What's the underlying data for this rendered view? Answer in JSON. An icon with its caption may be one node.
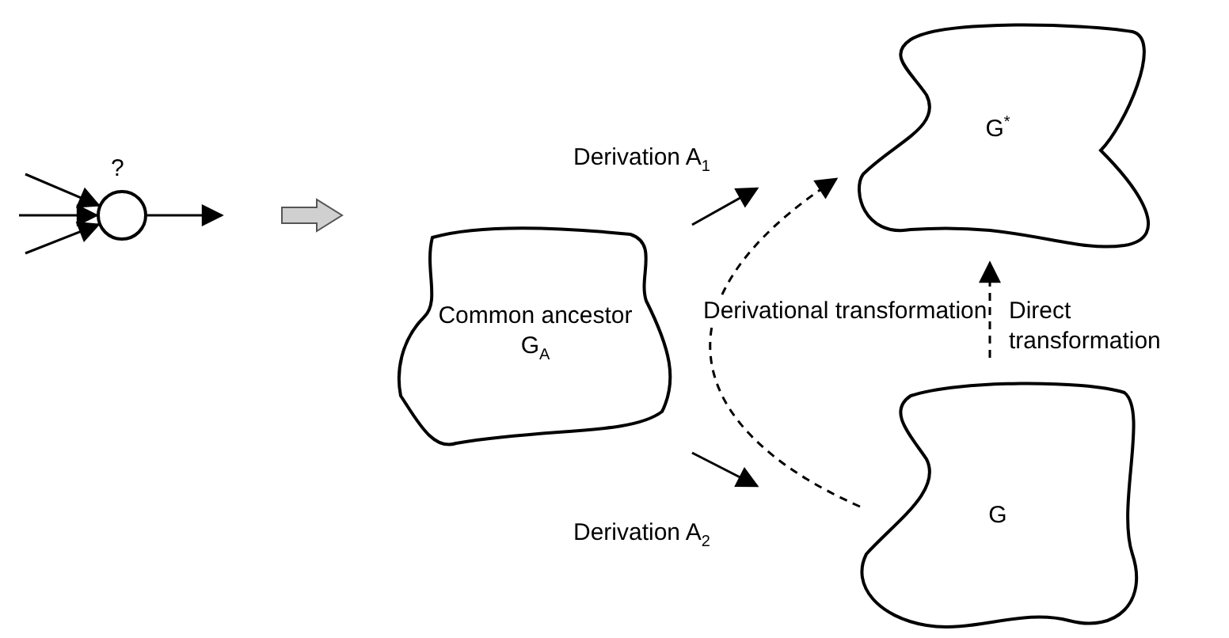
{
  "diagram": {
    "nodes": [
      {
        "text": [],
        "shape": "circle",
        "beside": [
          "?"
        ]
      },
      {
        "text": [
          "Common ancestor G$_{A}$"
        ]
      },
      {
        "text": [
          "G$^{*}$"
        ]
      },
      {
        "text": [
          "G"
        ]
      }
    ],
    "edges": [
      {
        "from": null,
        "to": 0,
        "arrow": "to"
      },
      {
        "from": null,
        "to": 0,
        "arrow": "to"
      },
      {
        "from": null,
        "to": 0,
        "arrow": "to"
      },
      {
        "from": 0,
        "to": null,
        "arrow": "to"
      },
      {
        "from": 3,
        "to": 2,
        "arrow": "to",
        "style": "dashed",
        "label": "Derivational transformation"
      },
      {
        "from": 3,
        "to": 2,
        "arrow": "to",
        "style": "dashed",
        "label": "Direct transformation"
      }
    ],
    "labels": [
      "Derivation A$_{1}$",
      "Derivation A$_{2}$"
    ]
  }
}
